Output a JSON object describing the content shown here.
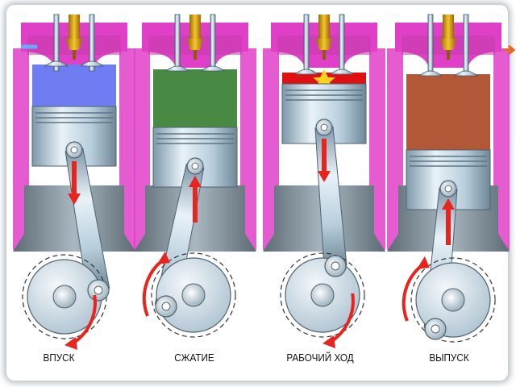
{
  "colors": {
    "magenta": "#e040c8",
    "blue_gas": "#5a6cf0",
    "green_gas": "#2f7a2a",
    "red_gas": "#a8401c",
    "spark": "#e01010",
    "arrow": "#e8241e",
    "metal": "#c4d8e6",
    "dark_metal": "#6a7a86"
  },
  "strokes": [
    {
      "label": "ВПУСК",
      "gas": "blue-gas",
      "piston_motion": "down",
      "crank_rotation": "clockwise"
    },
    {
      "label": "СЖАТИЕ",
      "gas": "green-gas",
      "piston_motion": "up",
      "crank_rotation": "counterclockwise"
    },
    {
      "label": "РАБОЧИЙ ХОД",
      "gas": "spark-flash",
      "piston_motion": "down",
      "crank_rotation": "clockwise"
    },
    {
      "label": "ВЫПУСК",
      "gas": "exhaust-gas",
      "piston_motion": "up",
      "crank_rotation": "counterclockwise"
    }
  ]
}
